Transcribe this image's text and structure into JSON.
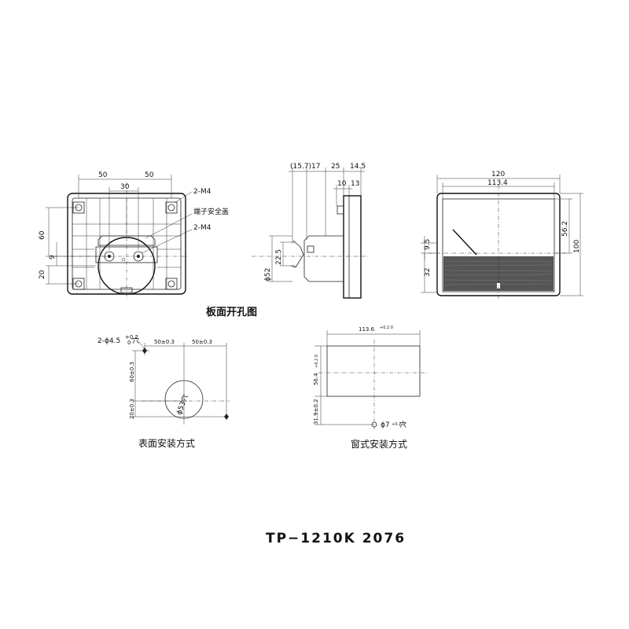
{
  "rear_view": {
    "dim_top_left": "50",
    "dim_top_right": "50",
    "dim_top_center": "30",
    "dim_left_60": "60",
    "dim_left_9": "9",
    "dim_left_20": "20",
    "label_screw_top": "2-M4",
    "label_terminal_cover": "端子安全盖",
    "label_screw_mid": "2-M4"
  },
  "side_view": {
    "dim_15_7": "(15.7)",
    "dim_17": "17",
    "dim_25": "25",
    "dim_14_5": "14.5",
    "dim_10": "10",
    "dim_13": "13",
    "dim_22_5": "22.5",
    "dim_phi52": "ϕ52"
  },
  "front_view": {
    "dim_120": "120",
    "dim_113_4": "113.4",
    "dim_56_2": "56.2",
    "dim_100": "100",
    "dim_9_5": "9.5",
    "dim_32": "32"
  },
  "panel_cutout_title": "板面开孔图",
  "surface_mount": {
    "hole_label": "2-ϕ4.5",
    "hole_tol_top": "+0.2",
    "hole_tol_bot": "0",
    "hole_suffix": "穴",
    "dim_50a": "50±0.3",
    "dim_50b": "50±0.3",
    "dim_60": "60±0.3",
    "dim_20": "20±0.3",
    "center_hole": "ϕ53穴",
    "caption": "表面安装方式"
  },
  "window_mount": {
    "dim_width": "113.6",
    "dim_width_tol": "+0.2 0",
    "dim_height": "56.4",
    "dim_height_tol": "+0.2 0",
    "dim_31_9": "31.9±0.2",
    "hole_label": "ϕ7",
    "hole_tol": "+0.2 0",
    "hole_suffix": "穴",
    "caption": "窗式安装方式"
  },
  "model": "TP−1210K  2076"
}
